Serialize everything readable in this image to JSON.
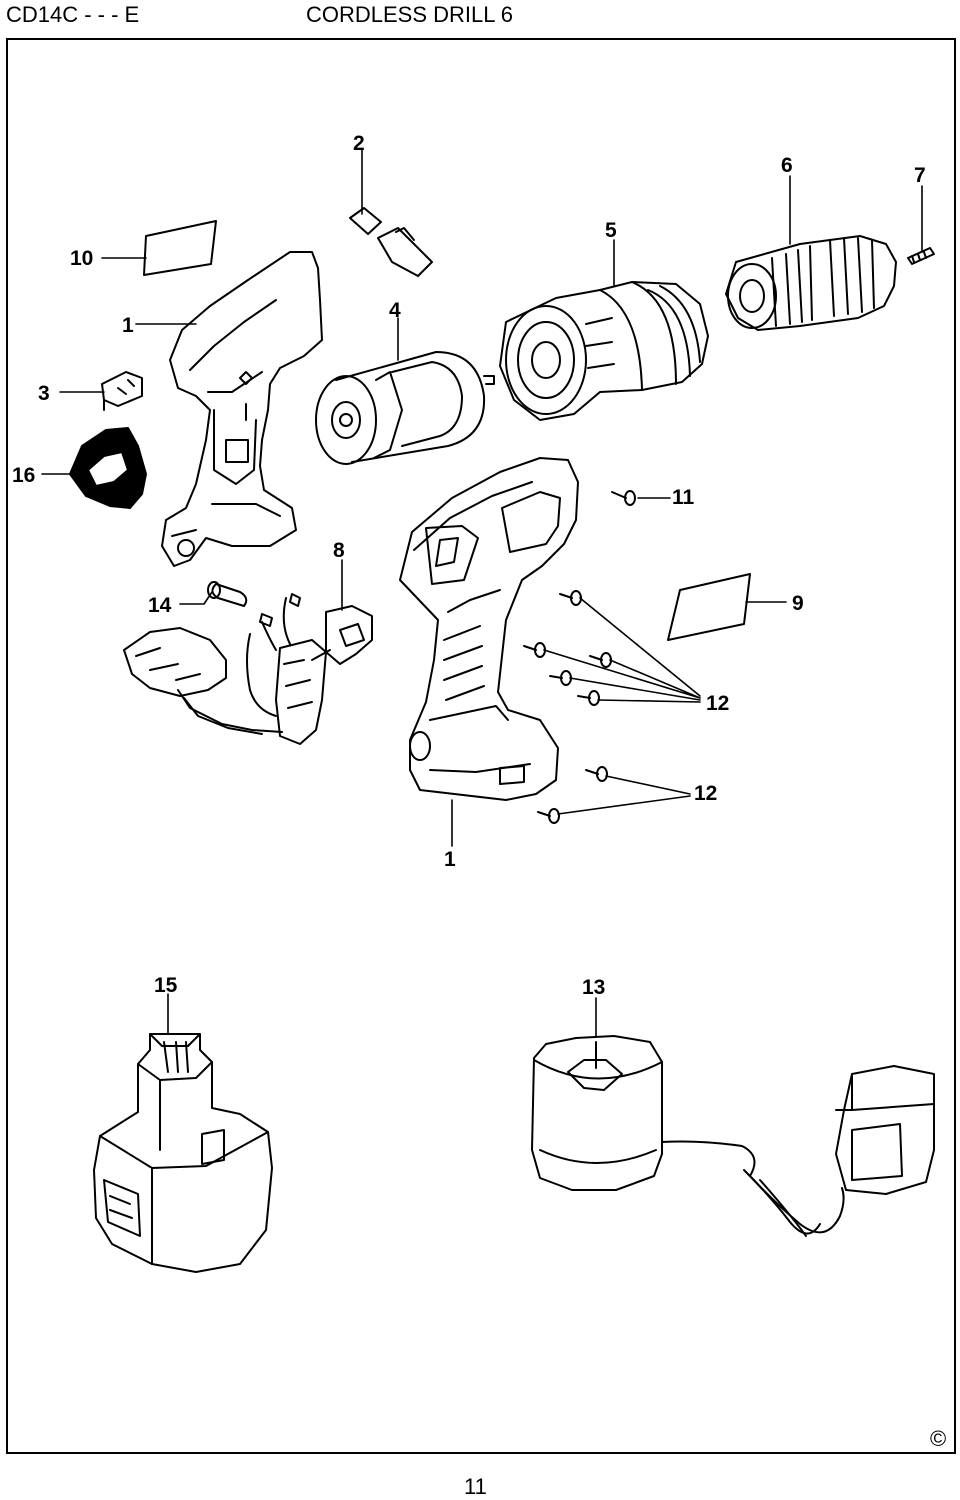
{
  "header": {
    "model": "CD14C - - -  E",
    "title": "CORDLESS DRILL 6"
  },
  "callouts": {
    "c1_upper": "1",
    "c1_lower": "1",
    "c2": "2",
    "c3": "3",
    "c4": "4",
    "c5": "5",
    "c6": "6",
    "c7": "7",
    "c8": "8",
    "c9": "9",
    "c10": "10",
    "c11": "11",
    "c12_upper": "12",
    "c12_lower": "12",
    "c13": "13",
    "c14": "14",
    "c15": "15",
    "c16": "16"
  },
  "footer": {
    "copyright": "©",
    "page_number": "11"
  }
}
